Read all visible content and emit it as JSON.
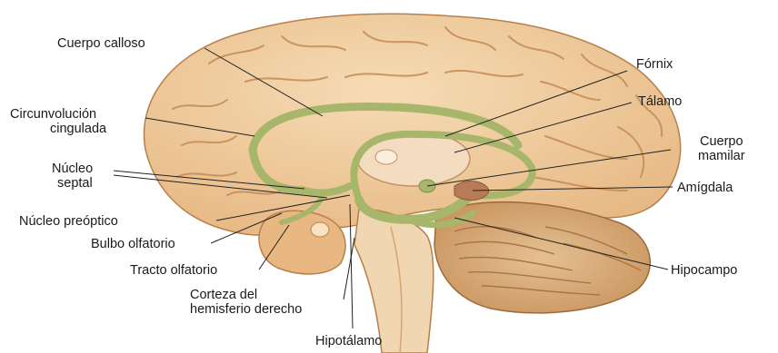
{
  "diagram": {
    "labels": {
      "cuerpo_calloso": "Cuerpo calloso",
      "fornix": "Fórnix",
      "talamo": "Tálamo",
      "circunvolucion_line1": "Circunvolución",
      "circunvolucion_line2": "cingulada",
      "cuerpo_mamilar_line1": "Cuerpo",
      "cuerpo_mamilar_line2": "mamilar",
      "nucleo_septal_line1": "Núcleo",
      "nucleo_septal_line2": "septal",
      "amigdala": "Amígdala",
      "nucleo_preoptico": "Núcleo preóptico",
      "bulbo_olfatorio": "Bulbo olfatorio",
      "tracto_olfatorio": "Tracto olfatorio",
      "hipocampo": "Hipocampo",
      "corteza_line1": "Corteza del",
      "corteza_line2": "hemisferio derecho",
      "hipotalamo": "Hipotálamo"
    },
    "colors": {
      "cortex": "#efc99a",
      "cortex_dark": "#d9a772",
      "limbic": "#a7b66a",
      "limbic_dark": "#7f8f45",
      "cerebellum": "#d9b07f",
      "brainstem": "#f0d5b0",
      "leader": "#222222"
    }
  }
}
